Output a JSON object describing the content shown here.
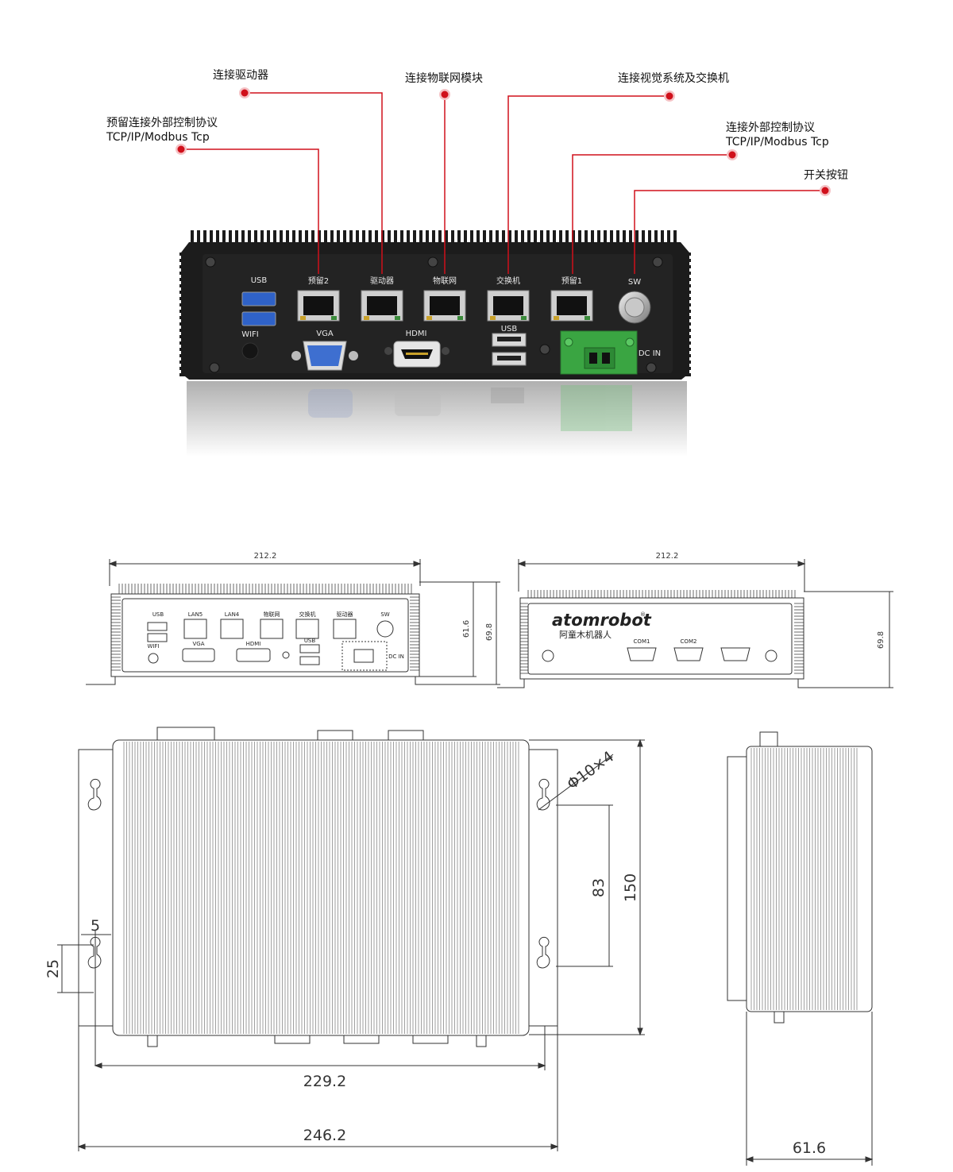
{
  "callouts": {
    "reserved_ext": [
      "预留连接外部控制协议",
      "TCP/IP/Modbus Tcp"
    ],
    "driver": "连接驱动器",
    "iot": "连接物联网模块",
    "vision": "连接视觉系统及交换机",
    "ext_control": [
      "连接外部控制协议",
      "TCP/IP/Modbus Tcp"
    ],
    "power_button": "开关按钮"
  },
  "photo_labels": {
    "usb": "USB",
    "wifi": "WIFI",
    "vga": "VGA",
    "hdmi": "HDMI",
    "usb2": "USB",
    "reserved2": "预留2",
    "driver": "驱动器",
    "iot": "物联网",
    "switch": "交换机",
    "reserved1": "预留1",
    "sw": "SW",
    "dc_in": "DC IN"
  },
  "front_view": {
    "width_dim": "212.2",
    "dim_a": "61.6",
    "dim_b": "69.8",
    "labels": {
      "usb": "USB",
      "lan5": "LAN5",
      "lan4": "LAN4",
      "iot": "物联网",
      "switch": "交换机",
      "driver": "驱动器",
      "sw": "SW",
      "wifi": "WIFI",
      "vga": "VGA",
      "hdmi": "HDMI",
      "usb2": "USB",
      "dc_in": "DC IN"
    }
  },
  "rear_view": {
    "width_dim": "212.2",
    "height_dim": "69.8",
    "brand": "atomrobot",
    "brand_mark": "®",
    "brand_cn": "阿童木机器人",
    "com1": "COM1",
    "com2": "COM2"
  },
  "top_view": {
    "hole": "Φ10×4",
    "dim_83": "83",
    "dim_150": "150",
    "dim_5": "5",
    "dim_25": "25",
    "dim_229": "229.2",
    "dim_246": "246.2"
  },
  "side_view": {
    "dim_61": "61.6"
  },
  "colors": {
    "accent_red": "#d0101b",
    "device_black": "#1c1c1c",
    "terminal_green": "#3aa542",
    "usb_blue": "#2f62c8",
    "drawing_line": "#333333"
  }
}
